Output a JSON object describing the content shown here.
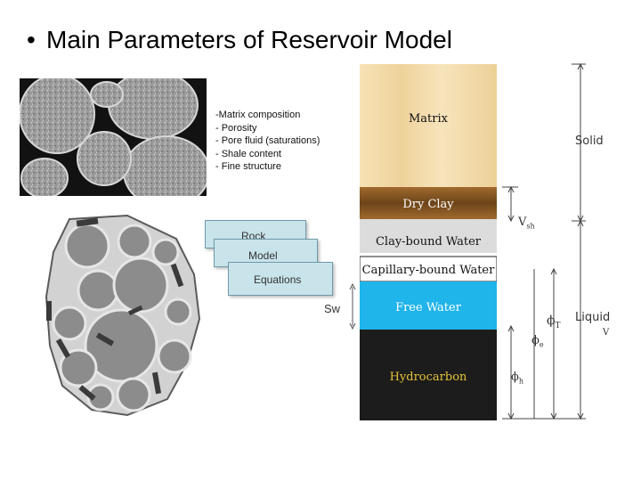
{
  "title": {
    "bullet": "•",
    "text": "Main Parameters of Reservoir Model"
  },
  "parameters": [
    "-Matrix composition",
    "- Porosity",
    "- Pore fluid  (saturations)",
    "- Shale content",
    "- Fine structure"
  ],
  "stack_cards": {
    "rock": "Rock",
    "model": "Model",
    "equations": "Equations"
  },
  "sw_label": "Sw",
  "layers": [
    {
      "label": "Matrix",
      "color": "#f1d8a7",
      "text_color": "#111111"
    },
    {
      "label": "Dry Clay",
      "color": "#8a5a26",
      "text_color": "#ffffff"
    },
    {
      "label": "Clay-bound Water",
      "color": "#dcdcdc",
      "text_color": "#111111"
    },
    {
      "label": "Capillary-bound Water",
      "color": "#ffffff",
      "text_color": "#111111"
    },
    {
      "label": "Free Water",
      "color": "#1fb4ea",
      "text_color": "#ffffff"
    },
    {
      "label": "Hydrocarbon",
      "color": "#1c1c1c",
      "text_color": "#e6c23a"
    }
  ],
  "right_labels": {
    "solid": "Solid",
    "v_sh": "V",
    "v_sh_sub": "sh",
    "phi_t": "ϕ",
    "phi_t_sub": "T",
    "liquid": "Liquid",
    "liquid_v": "V",
    "phi_e": "ϕ",
    "phi_e_sub": "e",
    "phi_h": "ϕ",
    "phi_h_sub": "h"
  },
  "colors": {
    "card_fill": "#c8e4ea",
    "card_border": "#6f9aa8",
    "grain_gray": "#8a8a8a",
    "grain_outline": "#cfcfcf"
  }
}
